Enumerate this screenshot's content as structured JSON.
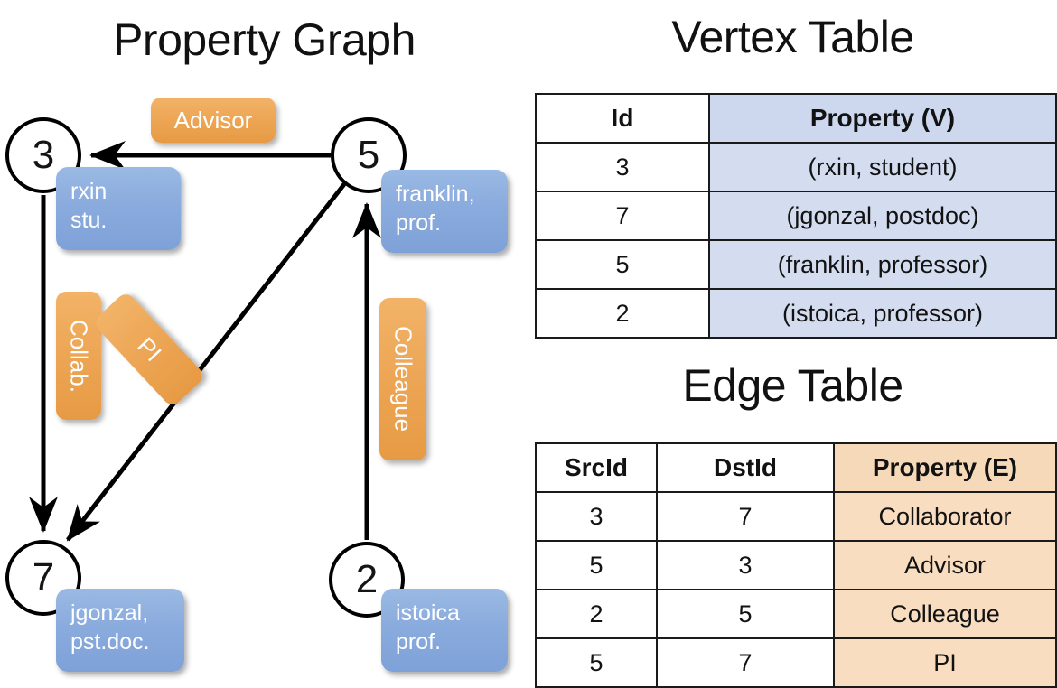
{
  "titles": {
    "property_graph": "Property Graph",
    "vertex_table": "Vertex Table",
    "edge_table": "Edge Table"
  },
  "graph": {
    "nodes": [
      {
        "id": "3",
        "property": "rxin\nstu."
      },
      {
        "id": "5",
        "property": "franklin,\nprof."
      },
      {
        "id": "7",
        "property": "jgonzal,\npst.doc."
      },
      {
        "id": "2",
        "property": "istoica\nprof."
      }
    ],
    "edge_labels": {
      "advisor": "Advisor",
      "collab": "Collab.",
      "pi": "PI",
      "colleague": "Colleague"
    },
    "edges": [
      {
        "src": "5",
        "dst": "3",
        "label": "Advisor"
      },
      {
        "src": "3",
        "dst": "7",
        "label": "Collab."
      },
      {
        "src": "5",
        "dst": "7",
        "label": "PI"
      },
      {
        "src": "2",
        "dst": "5",
        "label": "Colleague"
      }
    ]
  },
  "vertex_table": {
    "headers": [
      "Id",
      "Property (V)"
    ],
    "rows": [
      {
        "id": "3",
        "property": "(rxin, student)"
      },
      {
        "id": "7",
        "property": "(jgonzal, postdoc)"
      },
      {
        "id": "5",
        "property": "(franklin, professor)"
      },
      {
        "id": "2",
        "property": "(istoica, professor)"
      }
    ]
  },
  "edge_table": {
    "headers": [
      "SrcId",
      "DstId",
      "Property (E)"
    ],
    "rows": [
      {
        "src": "3",
        "dst": "7",
        "property": "Collaborator"
      },
      {
        "src": "5",
        "dst": "3",
        "property": "Advisor"
      },
      {
        "src": "2",
        "dst": "5",
        "property": "Colleague"
      },
      {
        "src": "5",
        "dst": "7",
        "property": "PI"
      }
    ]
  },
  "colors": {
    "vertex_property_fill": "#d4dcf0",
    "edge_property_fill": "#f8ddc1",
    "node_box_blue": "#8aabdd",
    "edge_label_orange": "#eda655",
    "stroke": "#000000"
  }
}
